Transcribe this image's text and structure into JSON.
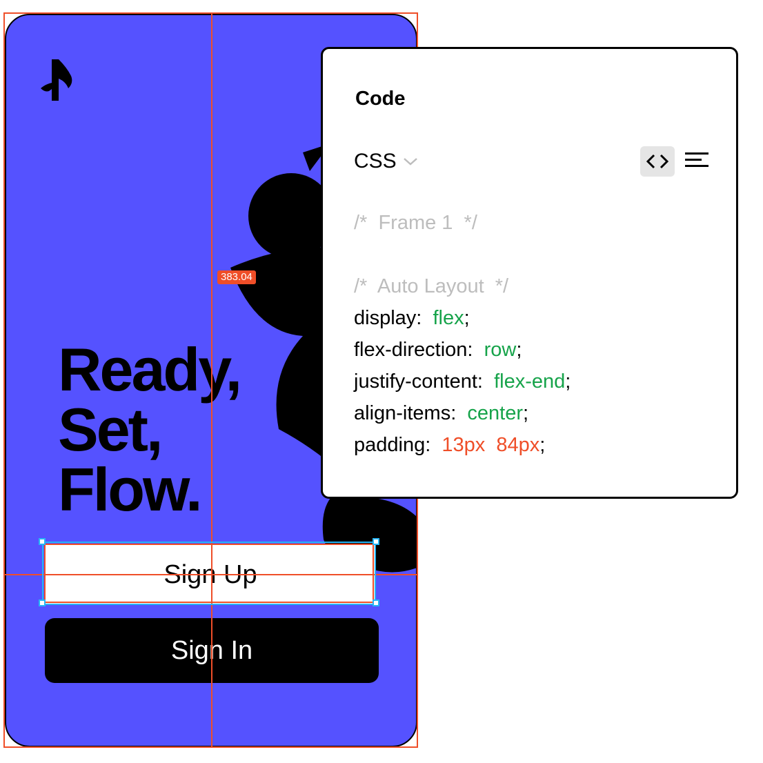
{
  "phone": {
    "headline": [
      "Ready,",
      "Set,",
      "Flow."
    ],
    "signup_label": "Sign Up",
    "signin_label": "Sign In"
  },
  "selection": {
    "dimension_label": "383.04"
  },
  "panel": {
    "title": "Code",
    "language": "CSS",
    "code": {
      "comment_frame": "/*  Frame 1  */",
      "comment_layout": "/*  Auto Layout  */",
      "lines": [
        {
          "prop": "display:",
          "value": "flex",
          "value_color": "green"
        },
        {
          "prop": "flex-direction:",
          "value": "row",
          "value_color": "green"
        },
        {
          "prop": "justify-content:",
          "value": "flex-end",
          "value_color": "green"
        },
        {
          "prop": "align-items:",
          "value": "center",
          "value_color": "green"
        },
        {
          "prop": "padding:",
          "value": "13px  84px",
          "value_color": "orange"
        }
      ]
    }
  },
  "icons": {
    "logo": "music-note-logo-icon",
    "chevron": "chevron-down-icon",
    "code_view": "code-brackets-icon",
    "text_view": "align-lines-icon"
  },
  "colors": {
    "phone_bg": "#5552ff",
    "selection_red": "#ef4e28",
    "selection_blue": "#27b5f5",
    "code_green": "#16a34a",
    "code_orange": "#ef4e28",
    "comment_gray": "#bdbdbd"
  }
}
